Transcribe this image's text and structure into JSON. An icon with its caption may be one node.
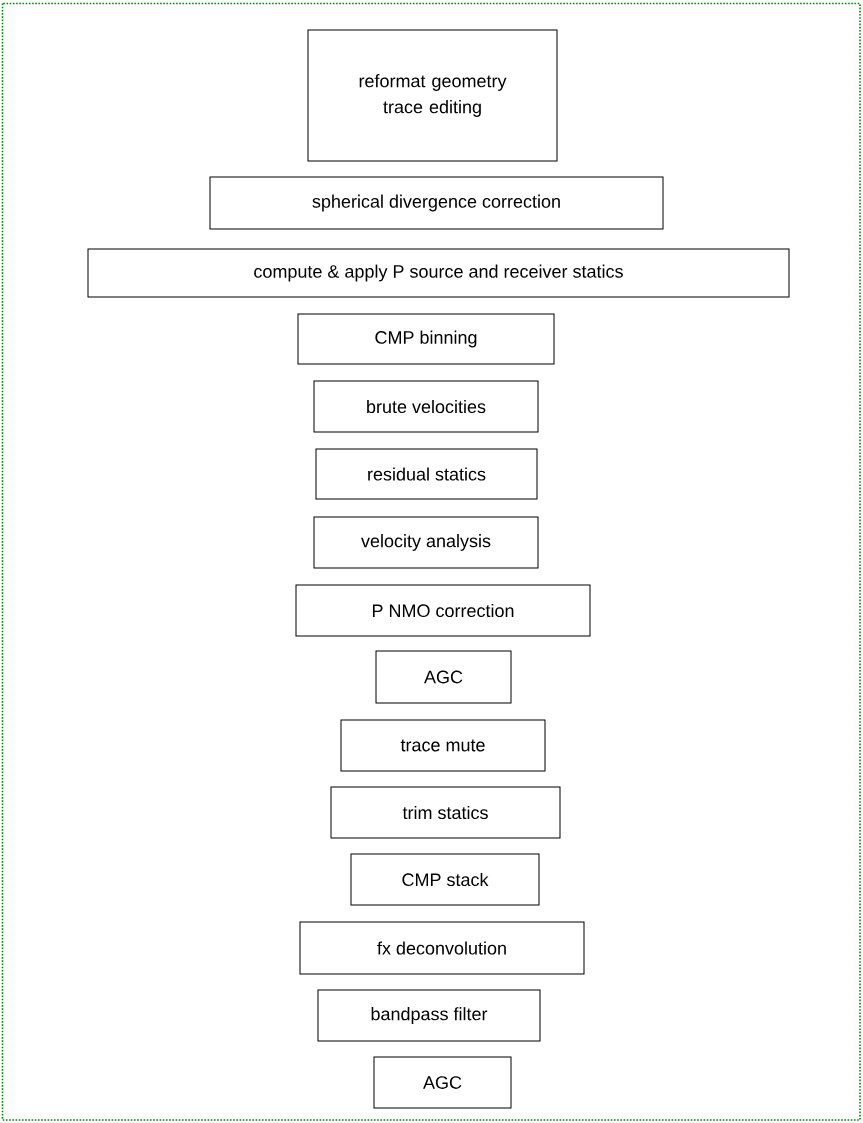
{
  "diagram": {
    "nodes": [
      {
        "text": [
          "reformat geometry trace editing"
        ]
      },
      {
        "text": [
          "spherical divergence correction"
        ]
      },
      {
        "text": [
          "compute & apply P source and receiver statics"
        ]
      },
      {
        "text": [
          "CMP binning"
        ]
      },
      {
        "text": [
          "brute velocities"
        ]
      },
      {
        "text": [
          "residual statics"
        ]
      },
      {
        "text": [
          "velocity analysis"
        ]
      },
      {
        "text": [
          "P NMO correction"
        ]
      },
      {
        "text": [
          "AGC"
        ]
      },
      {
        "text": [
          "trace mute"
        ]
      },
      {
        "text": [
          "trim statics"
        ]
      },
      {
        "text": [
          "CMP stack"
        ]
      },
      {
        "text": [
          "fx deconvolution"
        ]
      },
      {
        "text": [
          "bandpass filter"
        ]
      },
      {
        "text": [
          "AGC"
        ]
      }
    ]
  }
}
